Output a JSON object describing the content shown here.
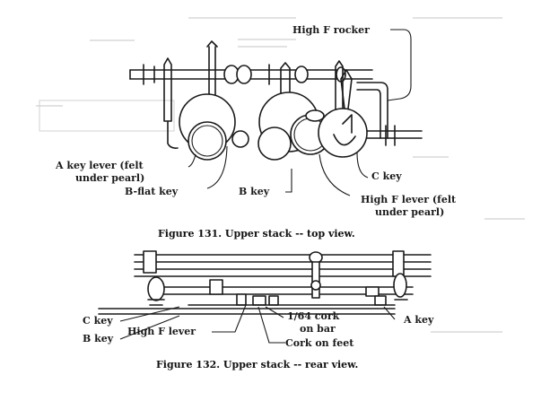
{
  "figure131": {
    "caption": "Figure 131.  Upper stack -- top view.",
    "labels": {
      "high_f_rocker": "High F rocker",
      "a_key_lever_1": "A key lever (felt",
      "a_key_lever_2": "under pearl)",
      "b_flat_key": "B-flat key",
      "b_key": "B key",
      "high_f_lever_1": "High F lever (felt",
      "high_f_lever_2": "under pearl)",
      "c_key": "C key"
    }
  },
  "figure132": {
    "caption": "Figure 132.  Upper stack -- rear view.",
    "labels": {
      "c_key": "C key",
      "b_key": "B key",
      "high_f_lever": "High F lever",
      "cork_on_bar_1": "1/64 cork",
      "cork_on_bar_2": "on bar",
      "a_key": "A key",
      "cork_on_feet": "Cork on feet"
    }
  }
}
